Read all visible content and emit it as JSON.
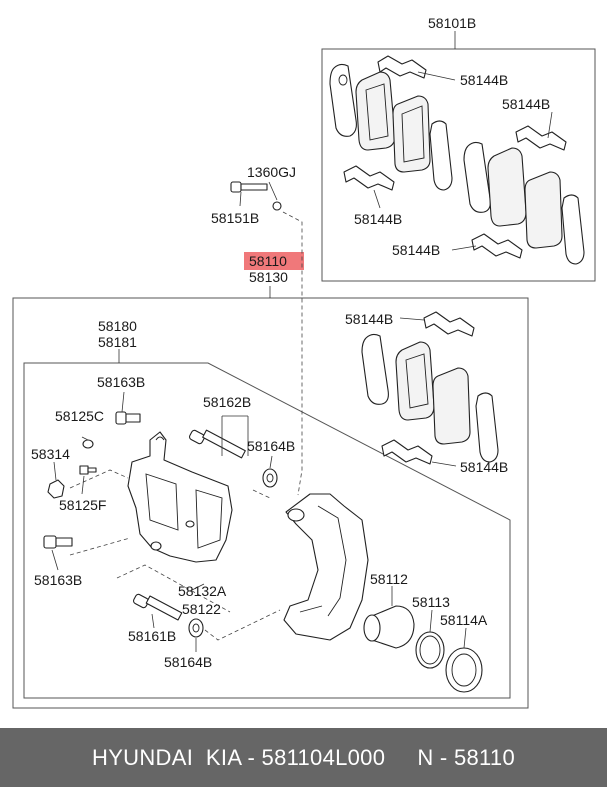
{
  "labels": {
    "l58101B": "58101B",
    "l58144B_1": "58144B",
    "l58144B_2": "58144B",
    "l58144B_3": "58144B",
    "l58144B_4": "58144B",
    "l58144B_5": "58144B",
    "l58144B_6": "58144B",
    "l1360GJ": "1360GJ",
    "l58151B": "58151B",
    "l58110": "58110",
    "l58130": "58130",
    "l58180": "58180",
    "l58181": "58181",
    "l58163B_1": "58163B",
    "l58125C": "58125C",
    "l58314": "58314",
    "l58125F": "58125F",
    "l58163B_2": "58163B",
    "l58162B": "58162B",
    "l58164B_1": "58164B",
    "l58132A": "58132A",
    "l58122": "58122",
    "l58161B": "58161B",
    "l58164B_2": "58164B",
    "l58112": "58112",
    "l58113": "58113",
    "l58114A": "58114A"
  },
  "highlight_color": "#f0787a",
  "footer": {
    "text": "HYUNDAI  KIA - 581104L000     N - 58110",
    "background": "#666666"
  }
}
